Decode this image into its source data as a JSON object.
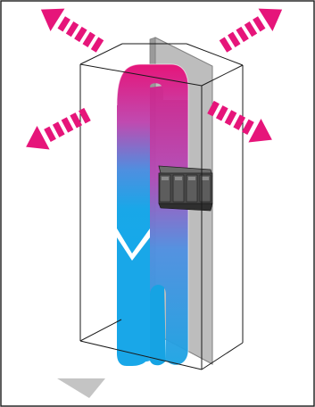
{
  "diagram": {
    "type": "cabinet-airflow-illustration",
    "colors": {
      "hot_air": "#e6157a",
      "cool_air": "#1aa6e6",
      "frame_line": "#1a1a1a",
      "mounting_plate": "#b9b9b9",
      "plate_edge": "#8c8c8c",
      "floor_marker": "#c4c4c4",
      "border": "#1a1a1a"
    },
    "exhaust_arrows": [
      {
        "direction": "upper-left"
      },
      {
        "direction": "upper-right"
      },
      {
        "direction": "lower-left"
      },
      {
        "direction": "lower-right"
      }
    ],
    "device": {
      "type": "rack-unit",
      "modules": 4
    },
    "icons": [
      "exhaust-arrow-icon",
      "floor-direction-icon"
    ]
  }
}
